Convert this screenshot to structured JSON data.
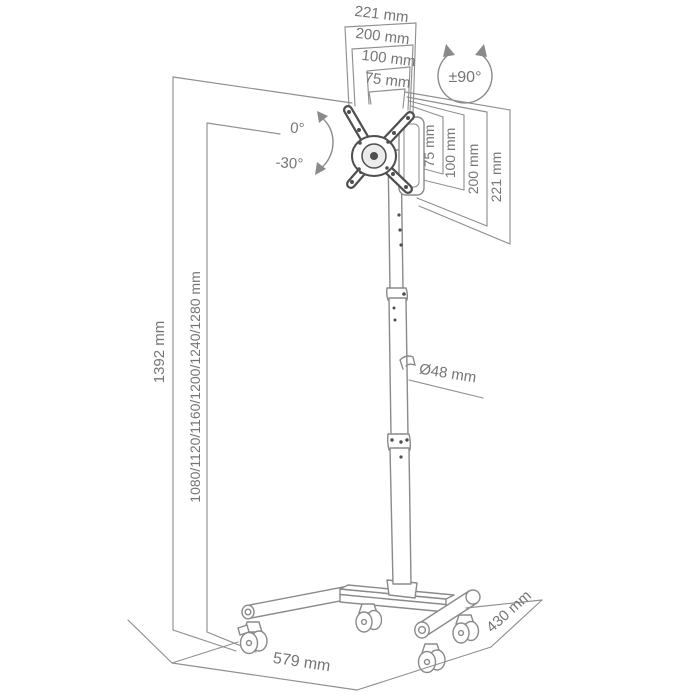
{
  "colors": {
    "background": "#ffffff",
    "line": "#8a8a8a",
    "dimension_line": "#909090",
    "text": "#757575",
    "bracket_dark": "#4f4f4f"
  },
  "dims": {
    "vesa_widths": [
      "221 mm",
      "200 mm",
      "100 mm",
      "75 mm"
    ],
    "vesa_heights": [
      "75 mm",
      "100 mm",
      "200 mm",
      "221 mm"
    ],
    "swivel_range": "±90°",
    "tilt_up": "0°",
    "tilt_down": "-30°",
    "total_height": "1392 mm",
    "height_adjustments": "1080/1120/1160/1200/1240/1280 mm",
    "pole_diameter": "Ø48 mm",
    "base_width": "579 mm",
    "base_depth": "430 mm"
  }
}
